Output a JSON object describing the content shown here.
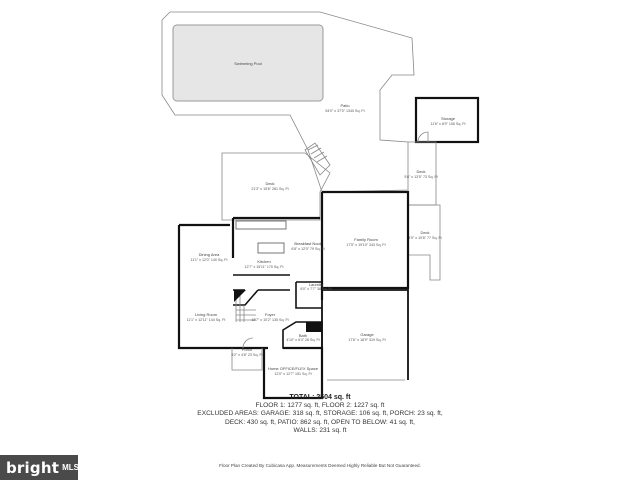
{
  "rooms": {
    "pool": {
      "name": "Swimming Pool",
      "dims": ""
    },
    "patio": {
      "name": "Patio",
      "dims": "54'0\" x 37'0\" 1340 Sq. Ft"
    },
    "storage": {
      "name": "Storage",
      "dims": "11'6\" x 8'9\" 106 Sq. Ft"
    },
    "deck_right": {
      "name": "Deck",
      "dims": "5'6\" x 13'5\" 73 Sq. Ft"
    },
    "deck_top": {
      "name": "Deck",
      "dims": "21'3\" x 15'6\" 281 Sq. Ft"
    },
    "deck_side": {
      "name": "Deck",
      "dims": "4'9\" x 10'8\" 77 Sq. Ft"
    },
    "family_room": {
      "name": "Family Room",
      "dims": "17'5\" x 19'10\" 343 Sq. Ft"
    },
    "breakfast_nook": {
      "name": "Breakfast Nook",
      "dims": "6'8\" x 12'0\" 79 Sq. Ft"
    },
    "dining_area": {
      "name": "Dining Area",
      "dims": "11'1\" x 12'0\" 140 Sq. Ft"
    },
    "kitchen": {
      "name": "Kitchen",
      "dims": "12'7\" x 15'11\" 170 Sq. Ft"
    },
    "laundry": {
      "name": "Laundry",
      "dims": "6'0\" x 7'7\" 38 Sq. Ft"
    },
    "living_room": {
      "name": "Living Room",
      "dims": "11'1\" x 12'11\" 144 Sq. Ft"
    },
    "foyer": {
      "name": "Foyer",
      "dims": "18'7\" x 10'2\" 135 Sq. Ft"
    },
    "garage": {
      "name": "Garage",
      "dims": "17'6\" x 18'9\" 319 Sq. Ft"
    },
    "bath": {
      "name": "Bath",
      "dims": "4'10\" x 6'4\" 26 Sq. Ft"
    },
    "porch": {
      "name": "Porch",
      "dims": "5'2\" x 4'8\" 23 Sq. Ft"
    },
    "office": {
      "name": "Home OFFICE/FLEX Space",
      "dims": "12'0\" x 12'7\" 151 Sq. Ft"
    }
  },
  "summary": {
    "total": "TOTAL: 2504 sq. ft",
    "line1": "FLOOR 1: 1277 sq. ft, FLOOR 2: 1227 sq. ft",
    "line2": "EXCLUDED AREAS: GARAGE: 318 sq. ft, STORAGE: 106 sq. ft, PORCH: 23 sq. ft,",
    "line3": "DECK: 430 sq. ft, PATIO: 862 sq. ft, OPEN TO BELOW: 41 sq. ft,",
    "line4": "WALLS: 231 sq. ft"
  },
  "credit": "Floor Plan Created By Cubicasa App. Measurements Deemed Highly Reliable But Not Guaranteed.",
  "logo": {
    "word": "bright",
    "suffix": "MLS",
    "color": "#4a4a4a"
  }
}
